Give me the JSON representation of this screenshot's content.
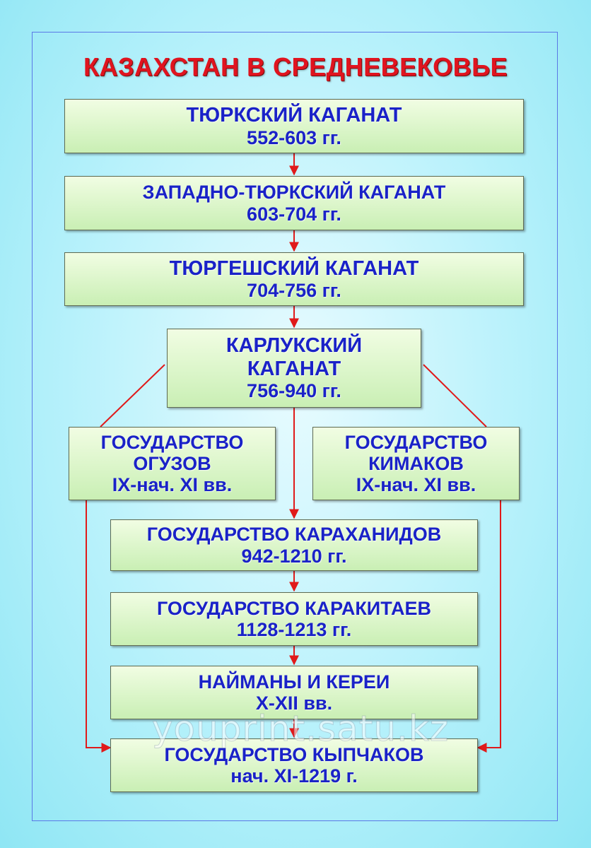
{
  "title": "КАЗАХСТАН В СРЕДНЕВЕКОВЬЕ",
  "nodes": {
    "turkic": {
      "name": "ТЮРКСКИЙ КАГАНАТ",
      "dates": "552-603 гг."
    },
    "western_turkic": {
      "name": "ЗАПАДНО-ТЮРКСКИЙ КАГАНАТ",
      "dates": "603-704 гг."
    },
    "turgesh": {
      "name": "ТЮРГЕШСКИЙ КАГАНАТ",
      "dates": "704-756 гг."
    },
    "karluk": {
      "name_line1": "КАРЛУКСКИЙ",
      "name_line2": "КАГАНАТ",
      "dates": "756-940 гг."
    },
    "oghuz": {
      "name_line1": "ГОСУДАРСТВО",
      "name_line2": "ОГУЗОВ",
      "dates": "IX-нач. XI вв."
    },
    "kimak": {
      "name_line1": "ГОСУДАРСТВО",
      "name_line2": "КИМАКОВ",
      "dates": "IX-нач. XI вв."
    },
    "karakhanid": {
      "name": "ГОСУДАРСТВО КАРАХАНИДОВ",
      "dates": "942-1210 гг."
    },
    "karakitai": {
      "name": "ГОСУДАРСТВО КАРАКИТАЕВ",
      "dates": "1128-1213 гг."
    },
    "naiman": {
      "name": "НАЙМАНЫ И КЕРЕИ",
      "dates": "X-XII вв."
    },
    "kipchak": {
      "name": "ГОСУДАРСТВО КЫПЧАКОВ",
      "dates": "нач. XI-1219 г."
    }
  },
  "watermark": "youprint.satu.kz",
  "colors": {
    "title": "#e0141f",
    "text": "#1a22c8",
    "arrow": "#e01a1a",
    "box_top": "#f1fde3",
    "box_bottom": "#c9efb4",
    "background": "#b6f1fb",
    "frame": "#5a78e6"
  }
}
